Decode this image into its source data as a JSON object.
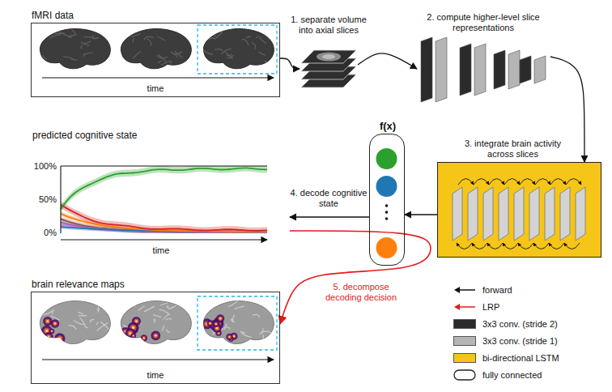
{
  "diagram": {
    "nodes": [
      {
        "text": [
          "fMRI data",
          "time"
        ]
      },
      {
        "text": [
          "1. separate volume into axial slices"
        ]
      },
      {
        "text": [
          "2. compute higher-level slice representations"
        ]
      },
      {
        "text": [
          "3. integrate brain activity across slices"
        ]
      },
      {
        "text": [
          "f(x)"
        ]
      },
      {
        "text": [
          "predicted cognitive state",
          "time"
        ]
      },
      {
        "text": [
          "brain relevance maps",
          "time"
        ]
      }
    ],
    "edges": [
      {
        "from": 0,
        "to": 1,
        "arrow": "to"
      },
      {
        "from": 1,
        "to": 2,
        "arrow": "to"
      },
      {
        "from": 2,
        "to": 3,
        "arrow": "to"
      },
      {
        "from": 3,
        "to": 4,
        "arrow": "to"
      },
      {
        "from": 4,
        "to": 5,
        "label": "4. decode cognitive state",
        "arrow": "to"
      },
      {
        "from": 5,
        "to": 6,
        "label": "5. decompose decoding decision",
        "arrow": "to"
      }
    ],
    "labels": [
      "100%",
      "50%",
      "0%"
    ],
    "legend": [
      {
        "text": "forward"
      },
      {
        "text": "LRP"
      },
      {
        "text": "3x3 conv. (stride 2)",
        "color": "#2b2b2b"
      },
      {
        "text": "3x3 conv. (stride 1)",
        "color": "#b5b5b5"
      },
      {
        "text": "bi-directional LSTM",
        "color": "#f5c518"
      },
      {
        "text": "fully connected"
      }
    ]
  }
}
